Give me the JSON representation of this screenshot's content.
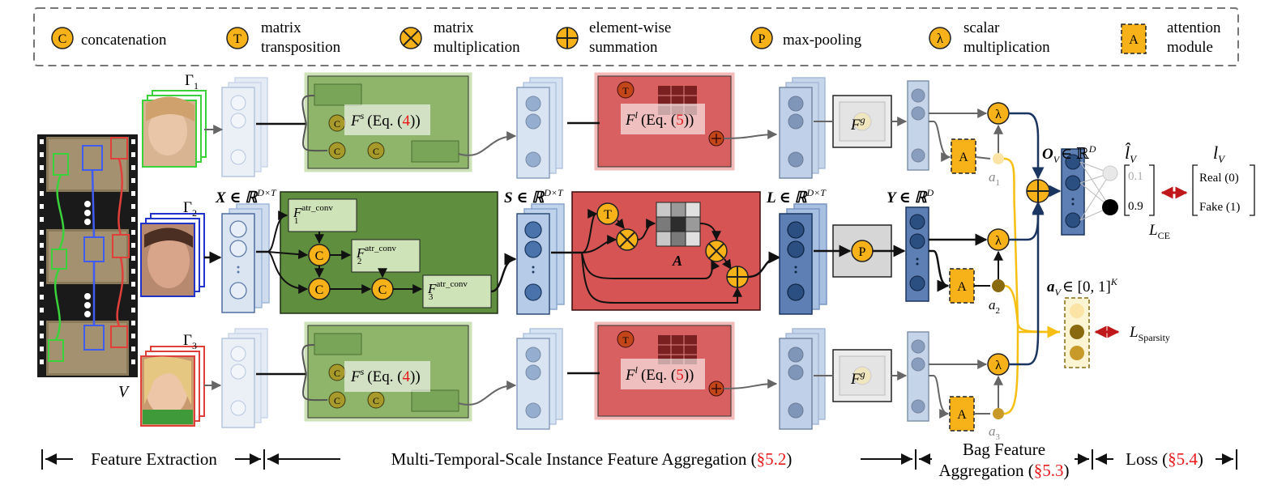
{
  "legend": {
    "items": [
      {
        "symbol": "C",
        "label_lines": [
          "concatenation"
        ]
      },
      {
        "symbol": "T",
        "label_lines": [
          "matrix",
          "transposition"
        ]
      },
      {
        "symbol": "⊗",
        "label_lines": [
          "matrix",
          "multiplication"
        ]
      },
      {
        "symbol": "⊕",
        "label_lines": [
          "element-wise",
          "summation"
        ]
      },
      {
        "symbol": "P",
        "label_lines": [
          "max-pooling"
        ]
      },
      {
        "symbol": "λ",
        "label_lines": [
          "scalar",
          "multiplication"
        ]
      },
      {
        "symbol": "A",
        "label_lines": [
          "attention",
          "module"
        ]
      }
    ]
  },
  "colors": {
    "green_block": "#5f8f3e",
    "green_light": "#a6c98a",
    "red_block": "#d65454",
    "orange_op": "#f7b21a",
    "dark_navy": "#1b3561",
    "gold_arrow": "#f5c013",
    "dark_red_arrow": "#c0171a",
    "feature_light": "#cfdcee",
    "feature_mid": "#9fb8dc",
    "feature_dark": "#5d7fb3"
  },
  "labels": {
    "gamma1": "Γ",
    "gamma1_sub": "1",
    "gamma2": "Γ",
    "gamma2_sub": "2",
    "gamma3": "Γ",
    "gamma3_sub": "3",
    "video": "V",
    "X": "X ∈ ℝ",
    "X_sup": "D×T",
    "S": "S ∈ ℝ",
    "S_sup": "D×T",
    "L": "L ∈ ℝ",
    "L_sup": "D×T",
    "Y": "Y ∈ ℝ",
    "Y_sup": "D",
    "O": "O",
    "O_sub": "V",
    "O_rest": "∈ ℝ",
    "O_sup": "D",
    "a_vec": "a",
    "a_vec_sub": "V",
    "a_vec_rest": "∈ [0, 1]",
    "a_vec_sup": "K",
    "a1": "a",
    "a1_sub": "1",
    "a2": "a",
    "a2_sub": "2",
    "a3": "a",
    "a3_sub": "3",
    "Fs": "F",
    "Fs_sup": "s",
    "Fs_eq": "(Eq. (",
    "Fs_eq_num": "4",
    "Fs_eq_end": "))",
    "Fl": "F",
    "Fl_sup": "l",
    "Fl_eq": "(Eq. (",
    "Fl_eq_num": "5",
    "Fl_eq_end": "))",
    "Fg": "F",
    "Fg_sup": "g",
    "Fatr": "F",
    "Fatr_sup": "atr_conv",
    "Fatr1_sub": "1",
    "Fatr2_sub": "2",
    "Fatr3_sub": "3",
    "A_matrix": "A",
    "l_hat": "l̂",
    "l_hat_sub": "V",
    "l_true": "l",
    "l_true_sub": "V",
    "pred_top": "0.1",
    "pred_bottom": "0.9",
    "real": "Real (0)",
    "fake": "Fake (1)",
    "loss_ce": "L",
    "loss_ce_sub": "CE",
    "loss_sp": "L",
    "loss_sp_sub": "Sparsity",
    "op_C": "C",
    "op_T": "T",
    "op_P": "P",
    "op_lambda": "λ",
    "op_A": "A"
  },
  "stages": {
    "feature_extraction": "Feature Extraction",
    "mts": "Multi-Temporal-Scale Instance Feature Aggregation (",
    "mts_ref": "§5.2",
    "mts_end": ")",
    "bag_line1": "Bag Feature",
    "bag_line2": "Aggregation (",
    "bag_ref": "§5.3",
    "bag_end": ")",
    "loss": "Loss (",
    "loss_ref": "§5.4",
    "loss_end": ")"
  }
}
